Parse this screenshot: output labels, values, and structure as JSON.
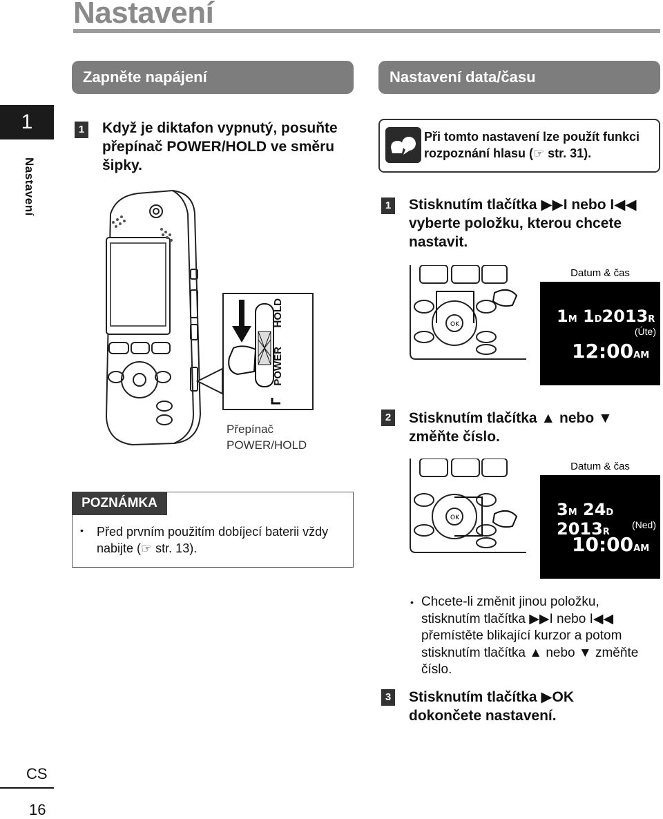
{
  "page": {
    "title": "Nastavení",
    "side_tab_number": "1",
    "side_tab_label": "Nastavení",
    "language": "CS",
    "page_number": "16"
  },
  "left": {
    "header": "Zapněte napájení",
    "step1_num": "1",
    "step1_text": "Když je diktafon vypnutý, posuňte přepínač POWER/HOLD ve směru šipky.",
    "switch_label_hold": "HOLD",
    "switch_label_power": "POWER",
    "caption_line1": "Přepínač",
    "caption_line2": "POWER/HOLD"
  },
  "note": {
    "header": "POZNÁMKA",
    "text": "Před prvním použitím dobíjecí baterii vždy nabijte (☞ str. 13)."
  },
  "right": {
    "header": "Nastavení data/času",
    "tip": "Při tomto nastavení lze použít funkci rozpoznání hlasu (☞ str. 31).",
    "step1_num": "1",
    "step1_text": "Stisknutím tlačítka ▶▶I nebo I◀◀ vyberte položku, kterou chcete nastavit.",
    "step2_num": "2",
    "step2_text": "Stisknutím tlačítka ▲ nebo ▼ změňte číslo.",
    "bullet_text": "Chcete-li změnit jinou položku, stisknutím tlačítka ▶▶I nebo I◀◀ přemístěte blikající kurzor a potom stisknutím tlačítka ▲ nebo ▼ změňte číslo.",
    "step3_num": "3",
    "step3_text": "Stisknutím tlačítka ▶OK dokončete nastavení."
  },
  "screen1": {
    "header": "Datum & čas",
    "month": "1",
    "day": "1",
    "year": "2013",
    "weekday": "(Úte)",
    "time": "12:00",
    "ampm": "AM"
  },
  "screen2": {
    "header": "Datum & čas",
    "month": "3",
    "day": "24",
    "year": "2013",
    "weekday": "(Ned)",
    "time": "10:00",
    "ampm": "AM"
  },
  "screen_units": {
    "m": "M",
    "d": "D",
    "r": "R"
  },
  "keypad": {
    "ok": "OK"
  }
}
